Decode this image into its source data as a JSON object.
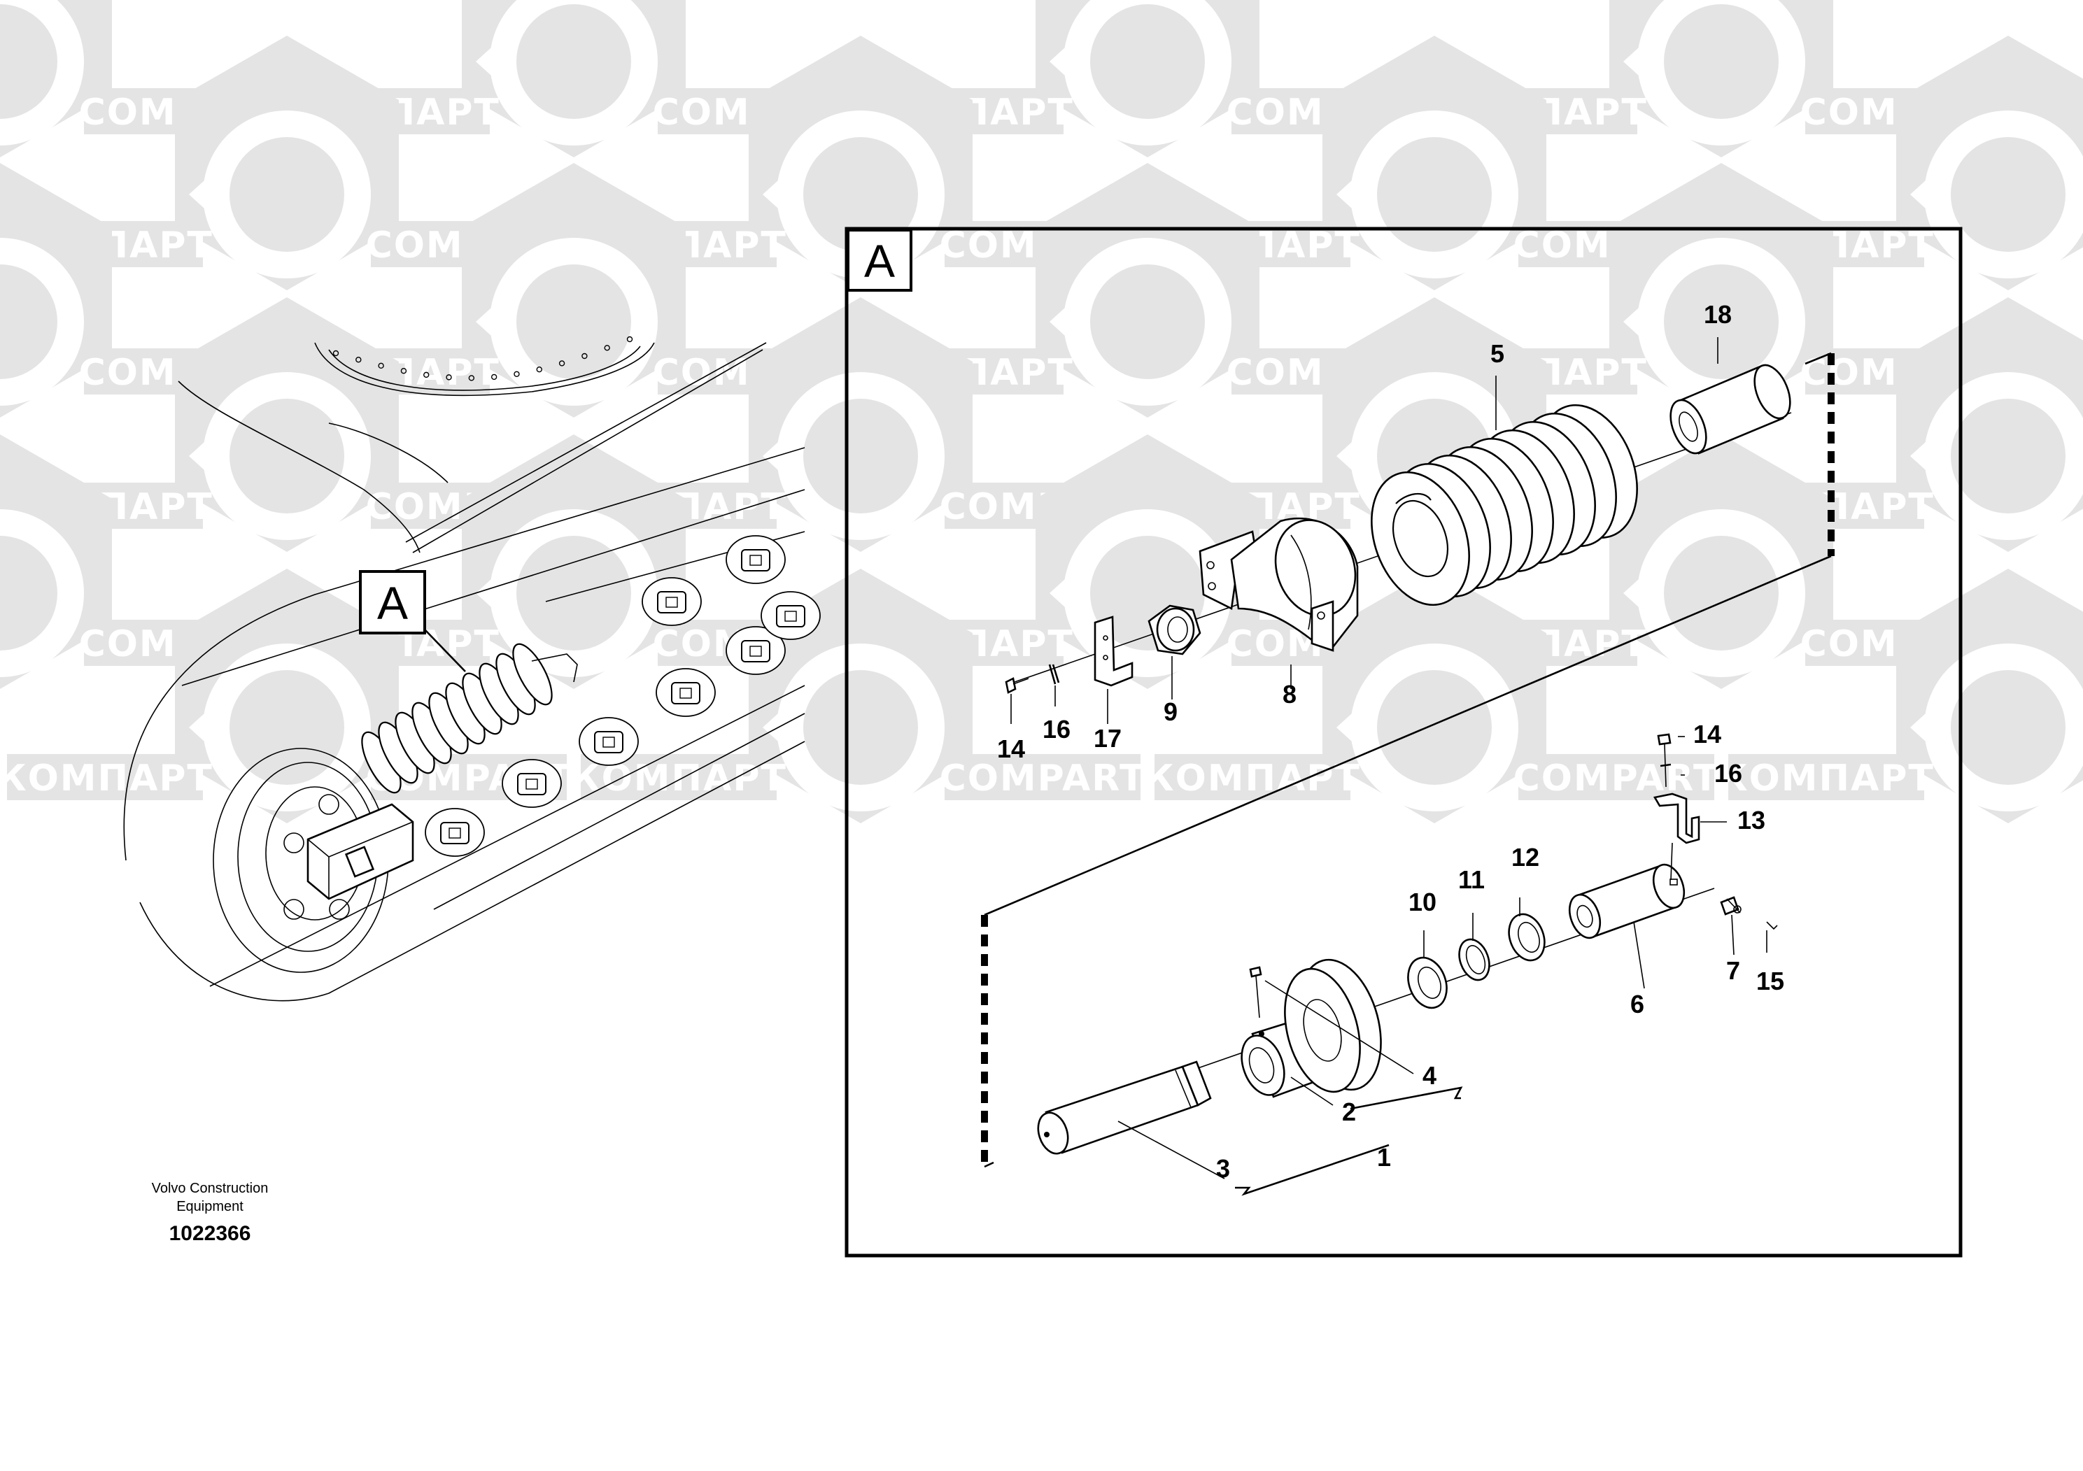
{
  "watermark": {
    "label_latin": "COMPART",
    "label_cyrillic": "КОМПАРТ",
    "tile_color": "#e4e4e4"
  },
  "overview": {
    "view_letter": "A",
    "caption_line1": "Volvo Construction",
    "caption_line2": "Equipment",
    "document_number": "1022366"
  },
  "detail": {
    "view_letter": "A",
    "callouts": [
      {
        "id": "c1",
        "label": "1"
      },
      {
        "id": "c2",
        "label": "2"
      },
      {
        "id": "c3",
        "label": "3"
      },
      {
        "id": "c4",
        "label": "4"
      },
      {
        "id": "c5",
        "label": "5"
      },
      {
        "id": "c6",
        "label": "6"
      },
      {
        "id": "c7",
        "label": "7"
      },
      {
        "id": "c8",
        "label": "8"
      },
      {
        "id": "c9",
        "label": "9"
      },
      {
        "id": "c10",
        "label": "10"
      },
      {
        "id": "c11",
        "label": "11"
      },
      {
        "id": "c12",
        "label": "12"
      },
      {
        "id": "c13",
        "label": "13"
      },
      {
        "id": "c14a",
        "label": "14"
      },
      {
        "id": "c14b",
        "label": "14"
      },
      {
        "id": "c15",
        "label": "15"
      },
      {
        "id": "c16a",
        "label": "16"
      },
      {
        "id": "c16b",
        "label": "16"
      },
      {
        "id": "c17",
        "label": "17"
      },
      {
        "id": "c18",
        "label": "18"
      }
    ]
  }
}
